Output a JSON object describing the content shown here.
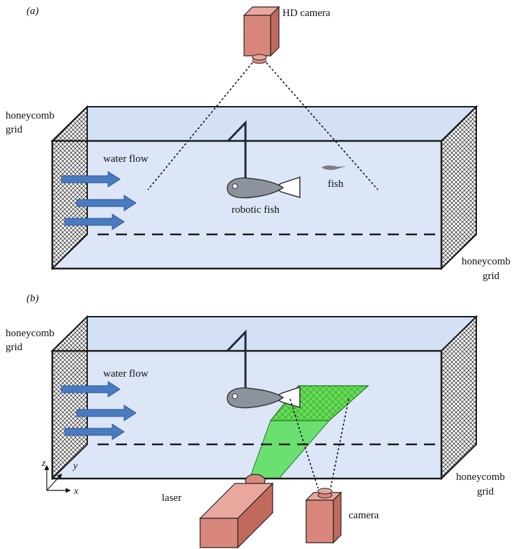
{
  "panel_a": {
    "label": "(a)",
    "camera_label": "HD camera",
    "honeycomb_left": [
      "honeycomb",
      "grid"
    ],
    "honeycomb_right": [
      "honeycomb",
      "grid"
    ],
    "water_flow": "water flow",
    "robotic_fish": "robotic fish",
    "fish": "fish"
  },
  "panel_b": {
    "label": "(b)",
    "honeycomb_left": [
      "honeycomb",
      "grid"
    ],
    "honeycomb_right": [
      "honeycomb",
      "grid"
    ],
    "water_flow": "water flow",
    "laser": "laser",
    "camera": "camera",
    "axes": {
      "z": "z",
      "y": "y",
      "x": "x"
    }
  },
  "colors": {
    "tank_fill": "#dce6f7",
    "tank_edge": "#1a1a1a",
    "camera_fill": "#d9877c",
    "arrow_fill": "#4a7bc0",
    "fish_fill": "#8c939c",
    "laser_sheet": "#4de04d"
  }
}
